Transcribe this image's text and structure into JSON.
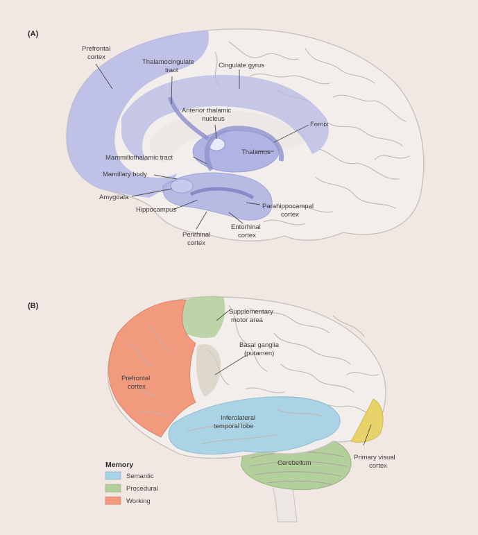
{
  "panel_a": {
    "letter": "(A)",
    "labels": {
      "prefrontal_1": "Prefrontal",
      "prefrontal_2": "cortex",
      "thalamocingulate_1": "Thalamocingulate",
      "thalamocingulate_2": "tract",
      "cingulate": "Cingulate gyrus",
      "anterior_1": "Anterior thalamic",
      "anterior_2": "nucleus",
      "fornix": "Fornix",
      "thalamus": "Thalamus",
      "mammillothalamic": "Mammillothalamic tract",
      "mamillary": "Mamillary body",
      "amygdala": "Amygdala",
      "hippocampus": "Hippocampus",
      "parahippocampal_1": "Parahippocampal",
      "parahippocampal_2": "cortex",
      "perirhinal_1": "Perirhinal",
      "perirhinal_2": "cortex",
      "entorhinal_1": "Entorhinal",
      "entorhinal_2": "cortex"
    }
  },
  "panel_b": {
    "letter": "(B)",
    "labels": {
      "supplementary_1": "Supplementary",
      "supplementary_2": "motor area",
      "basal_1": "Basal ganglia",
      "basal_2": "(putamen)",
      "prefrontal_1": "Prefrontal",
      "prefrontal_2": "cortex",
      "inferolateral_1": "Inferolateral",
      "inferolateral_2": "temporal lobe",
      "visual_1": "Primary visual",
      "visual_2": "cortex",
      "cerebellum": "Cerebellum"
    }
  },
  "legend": {
    "title": "Memory",
    "items": [
      {
        "label": "Semantic",
        "color": "#aad3e6"
      },
      {
        "label": "Procedural",
        "color": "#b3cf9c"
      },
      {
        "label": "Working",
        "color": "#f29a7e"
      }
    ]
  },
  "colors": {
    "medial_temporal": "#b7b9e6",
    "brain": "#f1eeec",
    "semantic": "#aad3e6",
    "procedural": "#b3cf9c",
    "working": "#f29a7e",
    "visual": "#e8d36a"
  }
}
